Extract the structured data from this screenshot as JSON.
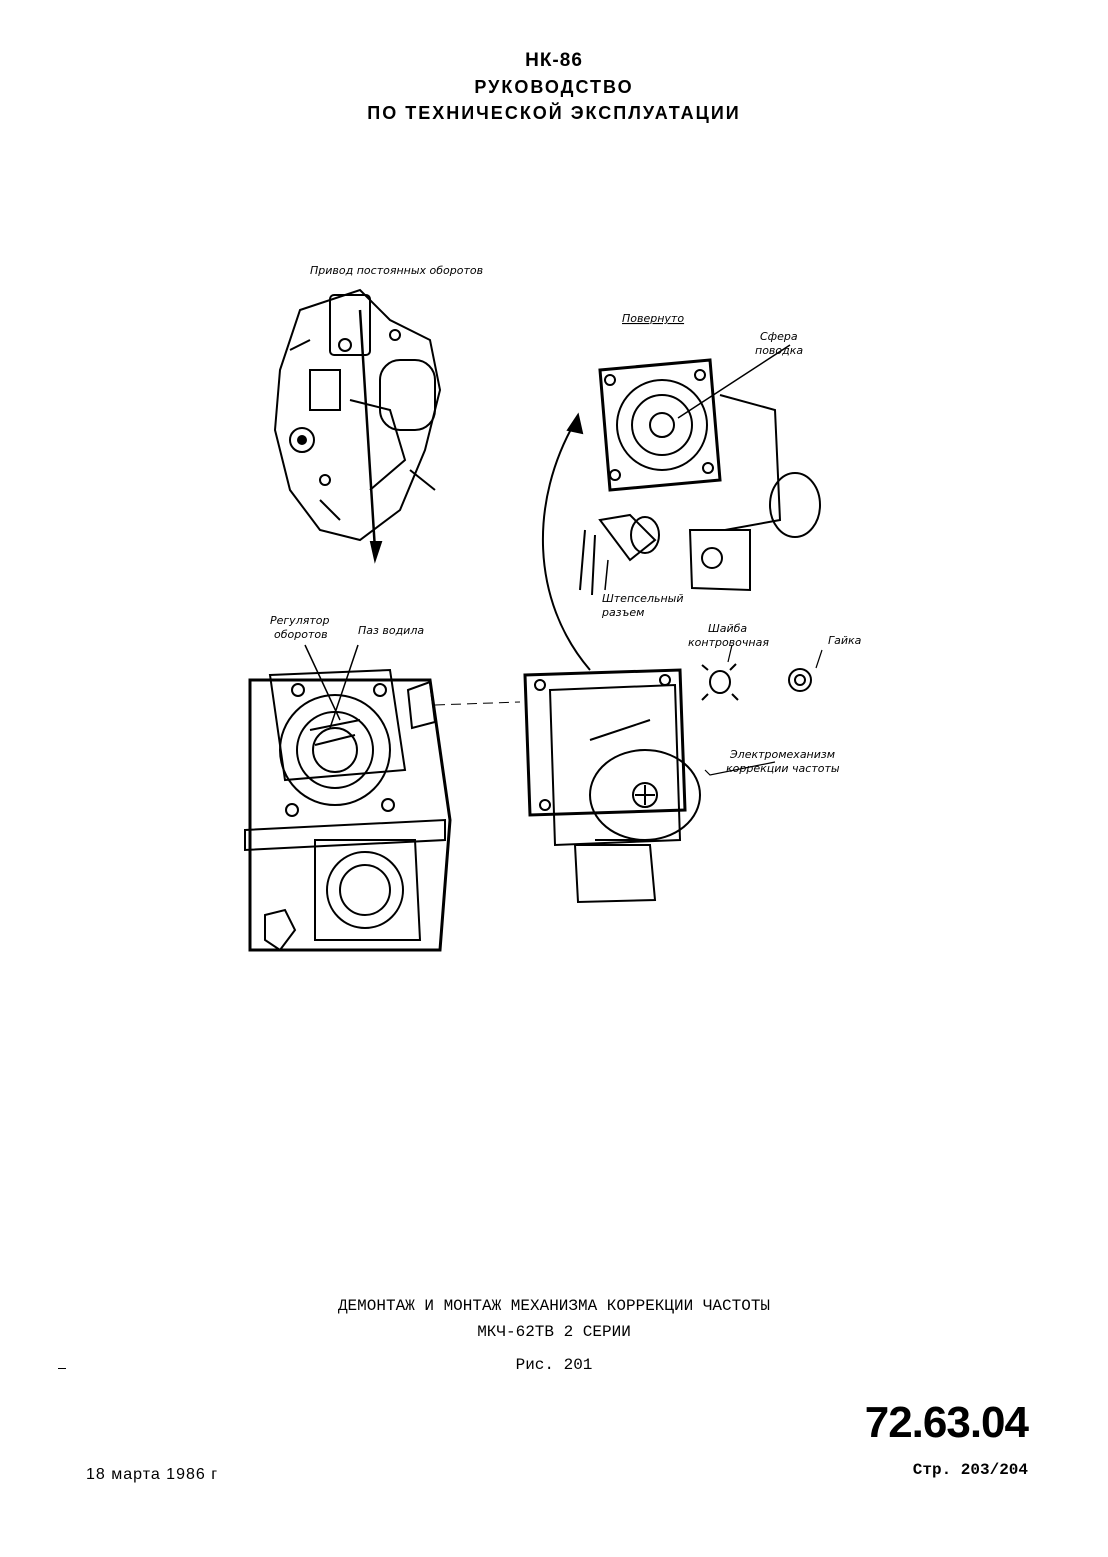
{
  "header": {
    "model": "НК-86",
    "line1": "РУКОВОДСТВО",
    "line2": "ПО ТЕХНИЧЕСКОЙ ЭКСПЛУАТАЦИИ"
  },
  "figure": {
    "labels": {
      "drive": "Привод постоянных оборотов",
      "rotated": "Повернуто",
      "sphere_1": "Сфера",
      "sphere_2": "поводка",
      "plug_1": "Штепсельный",
      "plug_2": "разъем",
      "regulator_1": "Регулятор",
      "regulator_2": "оборотов",
      "slot": "Паз водила",
      "washer_1": "Шайба",
      "washer_2": "контровочная",
      "nut": "Гайка",
      "mechanism_1": "Электромеханизм",
      "mechanism_2": "коррекции частоты"
    }
  },
  "caption": {
    "line1": "ДЕМОНТАЖ И МОНТАЖ МЕХАНИЗМА КОРРЕКЦИИ ЧАСТОТЫ",
    "line2": "МКЧ-62ТВ 2 СЕРИИ",
    "figure_no": "Рис. 201"
  },
  "footer": {
    "doc_number": "72.63.04",
    "page": "Стр. 203/204",
    "date": "18 марта 1986 г"
  }
}
